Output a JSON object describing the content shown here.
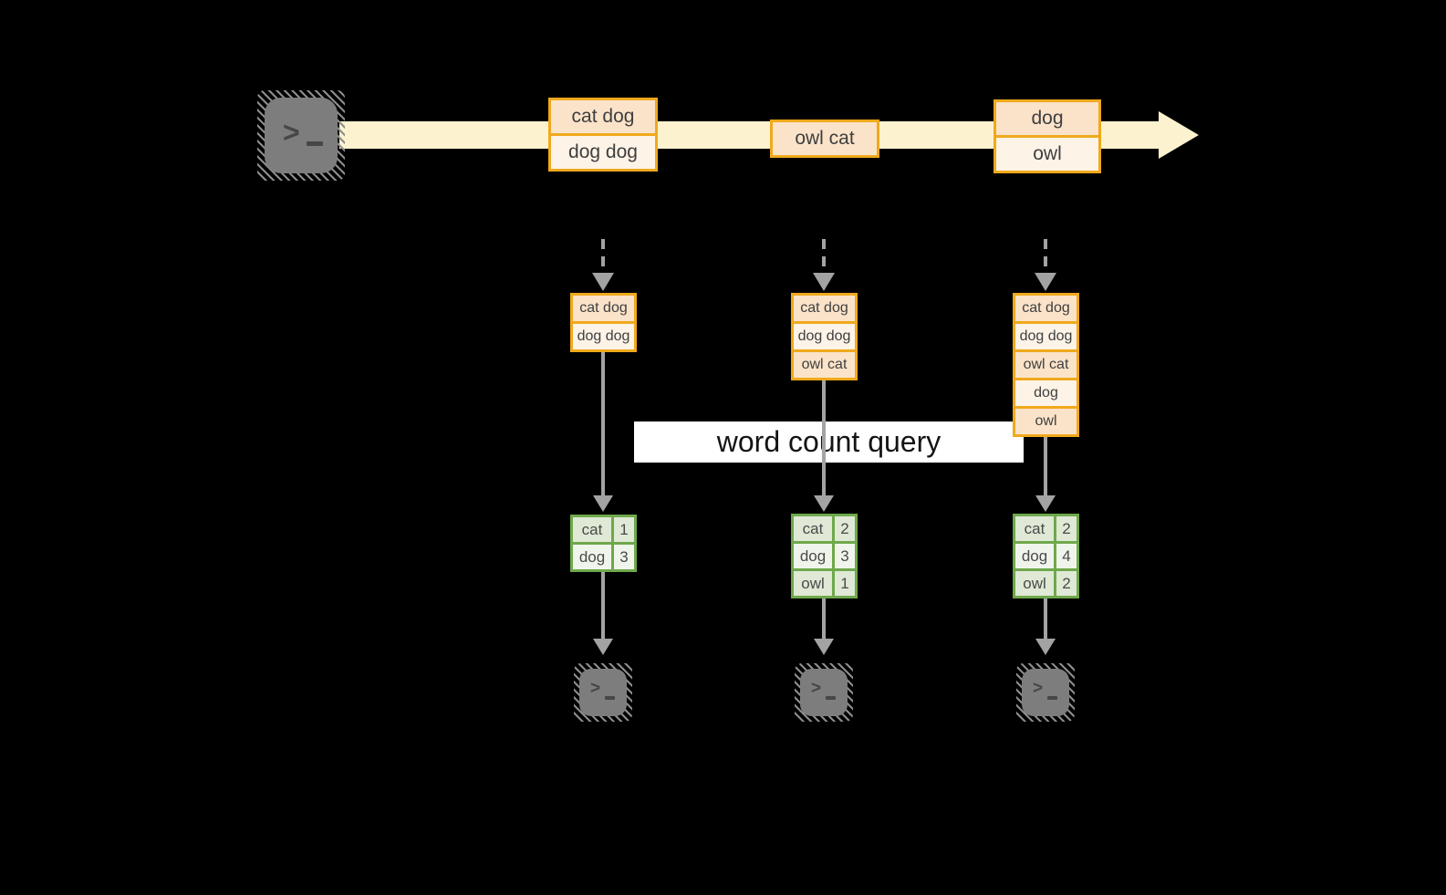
{
  "colors": {
    "background": "#000000",
    "stream_band": "#fdf2cf",
    "message_border": "#f0a91c",
    "message_fill_peach": "#fae3c9",
    "message_fill_cream": "#fdf3e7",
    "table_border": "#6fa84c",
    "table_fill_dark": "#dfe9d5",
    "table_fill_light": "#f0f5ec",
    "arrow_gray": "#a3a3a3",
    "terminal_gray": "#7d7d7d",
    "label_background": "#ffffff"
  },
  "icons": {
    "producer": "terminal-icon",
    "consumers": [
      "terminal-icon",
      "terminal-icon",
      "terminal-icon"
    ]
  },
  "stream": {
    "messages": [
      {
        "lines": [
          "cat dog",
          "dog dog"
        ]
      },
      {
        "lines": [
          "owl cat"
        ]
      },
      {
        "lines": [
          "dog",
          "owl"
        ]
      }
    ]
  },
  "query_label": "word count query",
  "columns": [
    {
      "buffer": [
        "cat dog",
        "dog dog"
      ],
      "counts": [
        {
          "word": "cat",
          "count": "1"
        },
        {
          "word": "dog",
          "count": "3"
        }
      ]
    },
    {
      "buffer": [
        "cat dog",
        "dog dog",
        "owl cat"
      ],
      "counts": [
        {
          "word": "cat",
          "count": "2"
        },
        {
          "word": "dog",
          "count": "3"
        },
        {
          "word": "owl",
          "count": "1"
        }
      ]
    },
    {
      "buffer": [
        "cat dog",
        "dog dog",
        "owl cat",
        "dog",
        "owl"
      ],
      "counts": [
        {
          "word": "cat",
          "count": "2"
        },
        {
          "word": "dog",
          "count": "4"
        },
        {
          "word": "owl",
          "count": "2"
        }
      ]
    }
  ]
}
